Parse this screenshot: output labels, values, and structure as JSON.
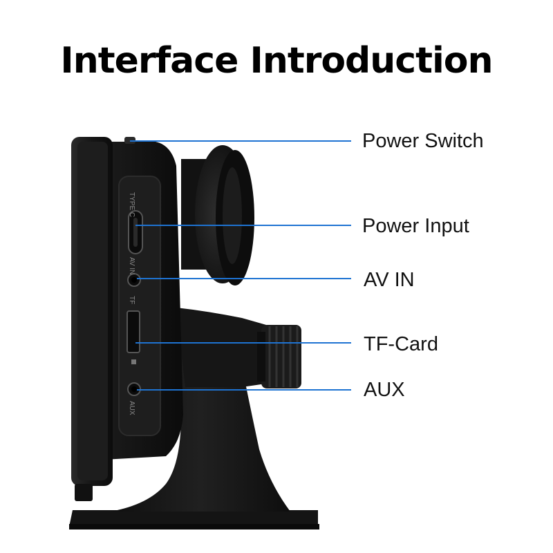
{
  "title": "Interface Introduction",
  "device": {
    "panel_labels": {
      "typec": "TYPE C",
      "avin": "AV IN",
      "tf": "TF",
      "aux": "AUX"
    }
  },
  "callouts": [
    {
      "id": "power-switch",
      "label": "Power Switch"
    },
    {
      "id": "power-input",
      "label": "Power Input"
    },
    {
      "id": "av-in",
      "label": "AV IN"
    },
    {
      "id": "tf-card",
      "label": "TF-Card"
    },
    {
      "id": "aux",
      "label": "AUX"
    }
  ],
  "colors": {
    "leader_line": "#1e73d2",
    "device_body": "#1a1a1a",
    "background": "#ffffff"
  }
}
